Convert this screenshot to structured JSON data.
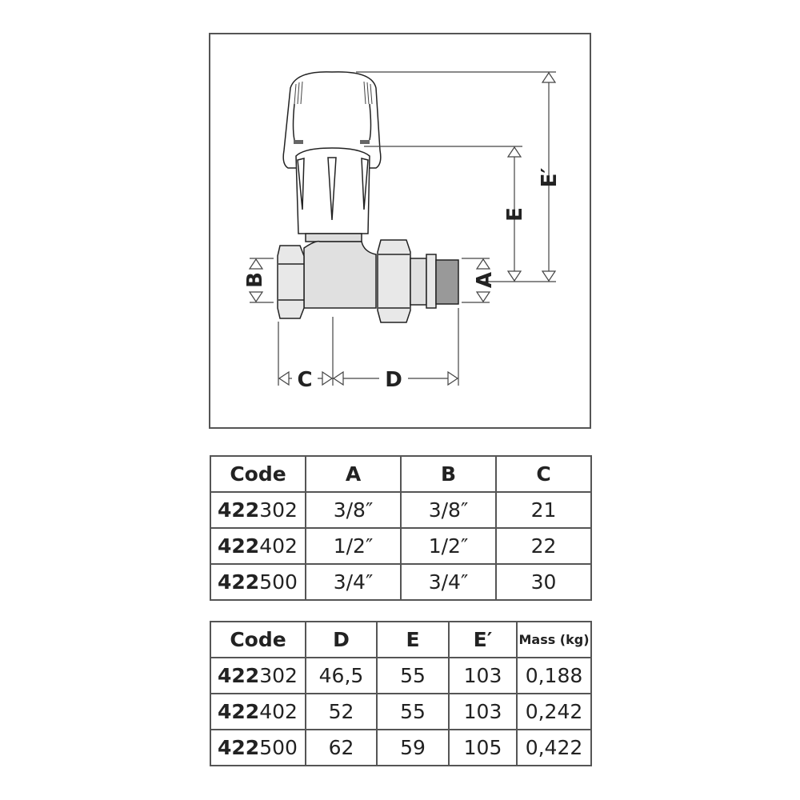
{
  "diagram": {
    "labels": {
      "A": "A",
      "B": "B",
      "C": "C",
      "D": "D",
      "E": "E",
      "E_prime": "E′"
    }
  },
  "table1": {
    "headers": [
      "Code",
      "A",
      "B",
      "C"
    ],
    "rows": [
      {
        "code_prefix": "422",
        "code_suffix": "302",
        "A": "3/8″",
        "B": "3/8″",
        "C": "21"
      },
      {
        "code_prefix": "422",
        "code_suffix": "402",
        "A": "1/2″",
        "B": "1/2″",
        "C": "22"
      },
      {
        "code_prefix": "422",
        "code_suffix": "500",
        "A": "3/4″",
        "B": "3/4″",
        "C": "30"
      }
    ]
  },
  "table2": {
    "headers": [
      "Code",
      "D",
      "E",
      "E′",
      "Mass (kg)"
    ],
    "rows": [
      {
        "code_prefix": "422",
        "code_suffix": "302",
        "D": "46,5",
        "E": "55",
        "E_prime": "103",
        "mass": "0,188"
      },
      {
        "code_prefix": "422",
        "code_suffix": "402",
        "D": "52",
        "E": "55",
        "E_prime": "103",
        "mass": "0,242"
      },
      {
        "code_prefix": "422",
        "code_suffix": "500",
        "D": "62",
        "E": "59",
        "E_prime": "105",
        "mass": "0,422"
      }
    ]
  }
}
